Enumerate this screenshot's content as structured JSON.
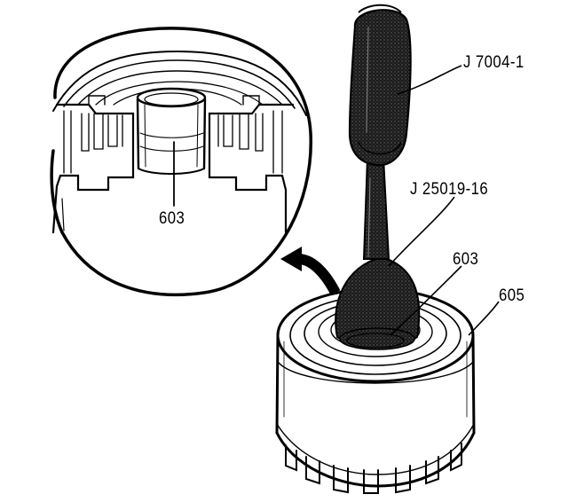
{
  "callouts": {
    "tool_handle": "J 7004-1",
    "tool_adapter": "J 25019-16",
    "part_603_inset": "603",
    "part_603_main": "603",
    "part_605": "605"
  },
  "colors": {
    "ink": "#000000",
    "paper": "#ffffff",
    "tool_fill": "#2a2a2a"
  }
}
